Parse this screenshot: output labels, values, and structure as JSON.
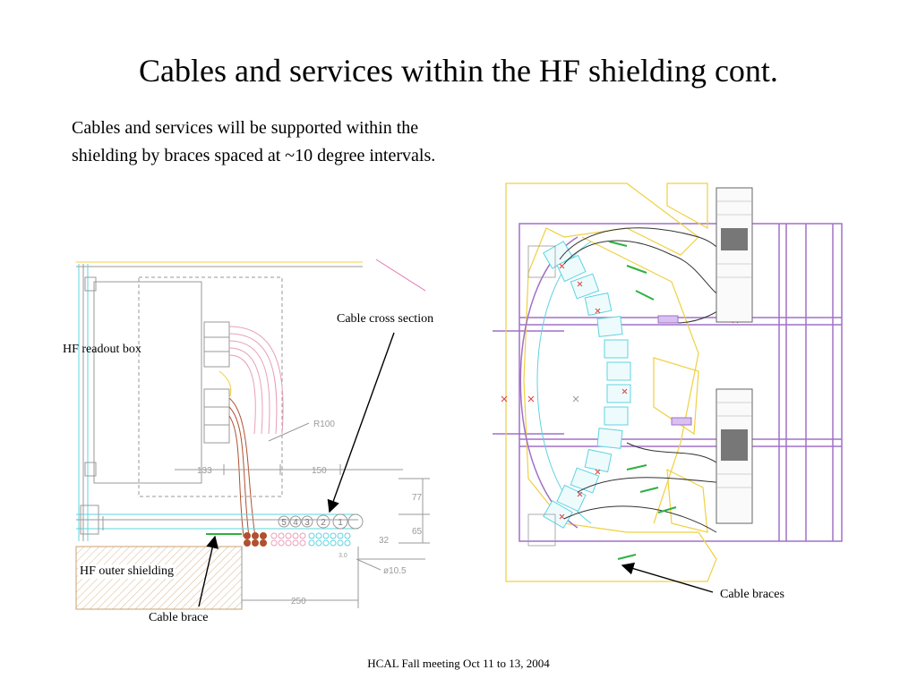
{
  "slide": {
    "title": "Cables and services within the HF shielding cont.",
    "body": "Cables and services will be supported within the shielding by braces spaced at ~10 degree intervals.",
    "footer": "HCAL Fall meeting Oct 11 to 13, 2004"
  },
  "callouts": {
    "hf_readout_box": "HF readout box",
    "cable_cross_section": "Cable cross section",
    "hf_outer_shielding": "HF outer shielding",
    "cable_brace": "Cable brace",
    "cable_braces": "Cable braces"
  },
  "left_drawing": {
    "dim_133": "133",
    "dim_150": "150",
    "dim_r100": "R100",
    "dim_77": "77",
    "dim_65": "65",
    "dim_32": "32",
    "dim_3": "3.0",
    "dim_dia": "ø10.5",
    "dim_250": "250",
    "cable_numbers": [
      "5",
      "4",
      "3",
      "2",
      "1"
    ]
  },
  "colors": {
    "drawing_gray": "#9a9a9a",
    "cyan": "#5fd3e0",
    "yellow": "#f0d040",
    "magenta": "#a070c8",
    "pink": "#e070b0",
    "red": "#e04040",
    "green": "#30b040",
    "brown": "#b05030",
    "dark": "#333333"
  }
}
